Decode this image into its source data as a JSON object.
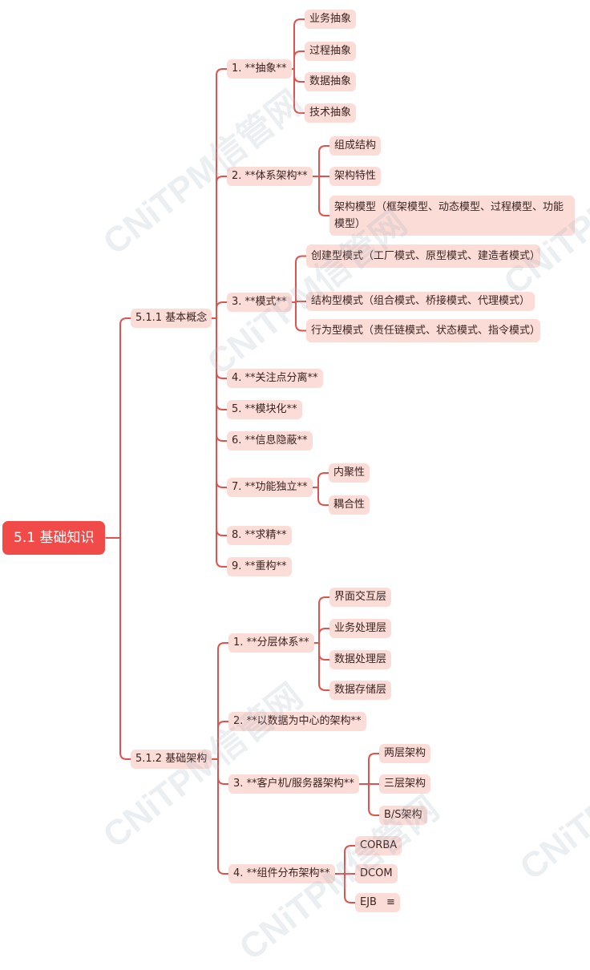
{
  "watermark": "CNiTPM信管网",
  "colors": {
    "root_bg": "#f04b48",
    "node_bg": "#fbdcd7",
    "line": "#e0524e",
    "text": "#3b2422"
  },
  "root": "5.1 基础知识",
  "sections": [
    {
      "label": "5.1.1 基本概念",
      "items": [
        {
          "label": "1. **抽象**",
          "children": [
            "业务抽象",
            "过程抽象",
            "数据抽象",
            "技术抽象"
          ]
        },
        {
          "label": "2. **体系架构**",
          "children": [
            "组成结构",
            "架构特性",
            "架构模型（框架模型、动态模型、过程模型、功能模型）"
          ]
        },
        {
          "label": "3. **模式**",
          "children": [
            "创建型模式（工厂模式、原型模式、建造者模式）",
            "结构型模式（组合模式、桥接模式、代理模式）",
            "行为型模式（责任链模式、状态模式、指令模式）"
          ]
        },
        {
          "label": "4. **关注点分离**"
        },
        {
          "label": "5. **模块化**"
        },
        {
          "label": "6. **信息隐蔽**"
        },
        {
          "label": "7. **功能独立**",
          "children": [
            "内聚性",
            "耦合性"
          ]
        },
        {
          "label": "8. **求精**"
        },
        {
          "label": "9. **重构**"
        }
      ]
    },
    {
      "label": "5.1.2 基础架构",
      "items": [
        {
          "label": "1. **分层体系**",
          "children": [
            "界面交互层",
            "业务处理层",
            "数据处理层",
            "数据存储层"
          ]
        },
        {
          "label": "2. **以数据为中心的架构**"
        },
        {
          "label": "3. **客户机/服务器架构**",
          "children": [
            "两层架构",
            "三层架构",
            "B/S架构"
          ]
        },
        {
          "label": "4. **组件分布架构**",
          "children": [
            "CORBA",
            "DCOM",
            "EJB"
          ]
        }
      ]
    }
  ],
  "note_icon": "notes-icon"
}
